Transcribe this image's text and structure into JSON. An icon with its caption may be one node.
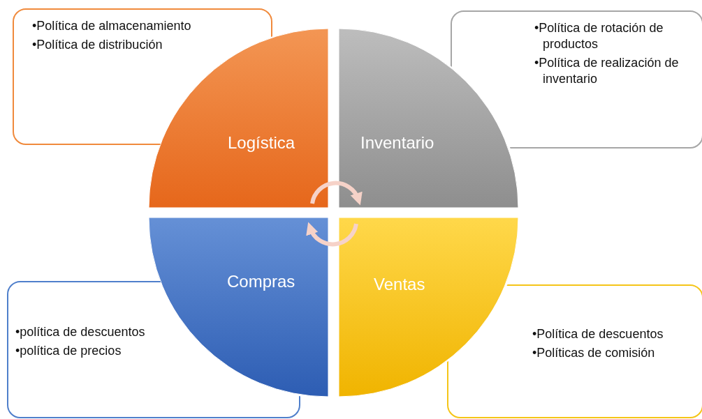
{
  "diagram": {
    "nodes": [
      {
        "text": [
          "•Política de almacenamiento",
          "•Política de distribución"
        ]
      },
      {
        "text": [
          "•Política de rotación de productos",
          "•Política de realización de inventario"
        ]
      },
      {
        "text": [
          "Logística"
        ]
      },
      {
        "text": [
          "Inventario"
        ]
      },
      {
        "text": [
          "Compras"
        ]
      },
      {
        "text": [
          "Ventas"
        ]
      },
      {
        "text": [
          "•política de descuentos",
          "•política de precios"
        ]
      },
      {
        "text": [
          "•Política de descuentos",
          "•Políticas de comisión"
        ]
      }
    ],
    "edges": [
      {
        "from": 2,
        "to": 3,
        "arrow": "to"
      },
      {
        "from": 5,
        "to": 4,
        "arrow": "to"
      }
    ]
  }
}
